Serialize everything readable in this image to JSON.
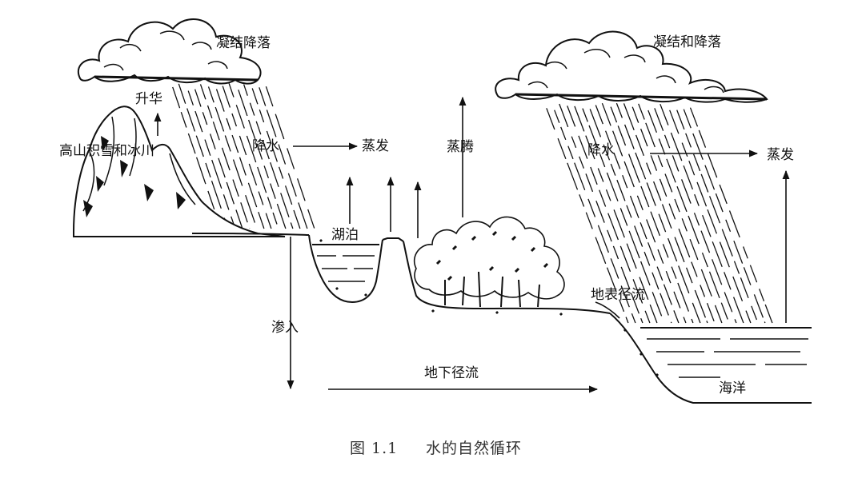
{
  "labels": {
    "condensation_left": "凝结降落",
    "sublimation": "升华",
    "snow_glacier": "高山积雪和冰川",
    "precip_left": "降水",
    "evap_left": "蒸发",
    "transpiration": "蒸腾",
    "lake": "湖泊",
    "infiltration": "渗入",
    "groundwater_flow": "地下径流",
    "surface_runoff": "地表径流",
    "condensation_right": "凝结和降落",
    "precip_right": "降水",
    "evap_right": "蒸发",
    "ocean": "海洋"
  },
  "caption": {
    "number": "图 1.1",
    "title": "水的自然循环"
  },
  "colors": {
    "ink": "#111111",
    "paper": "#ffffff",
    "caption": "#333333"
  }
}
